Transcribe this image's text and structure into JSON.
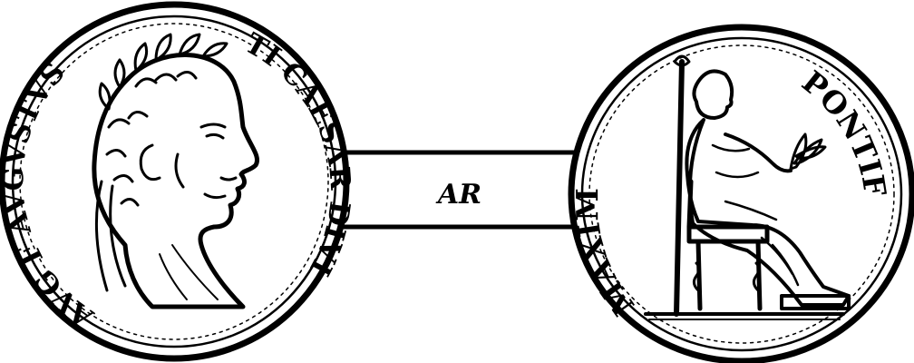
{
  "colors": {
    "ink": "#000000",
    "paper": "#ffffff"
  },
  "obverse": {
    "legend_left": "AVG F AVGVSTVS",
    "legend_right": "TI CAESAR DIVI"
  },
  "reverse": {
    "legend_left": "MAXIM",
    "legend_right": "PONTIF"
  },
  "metal_mark": "AR"
}
